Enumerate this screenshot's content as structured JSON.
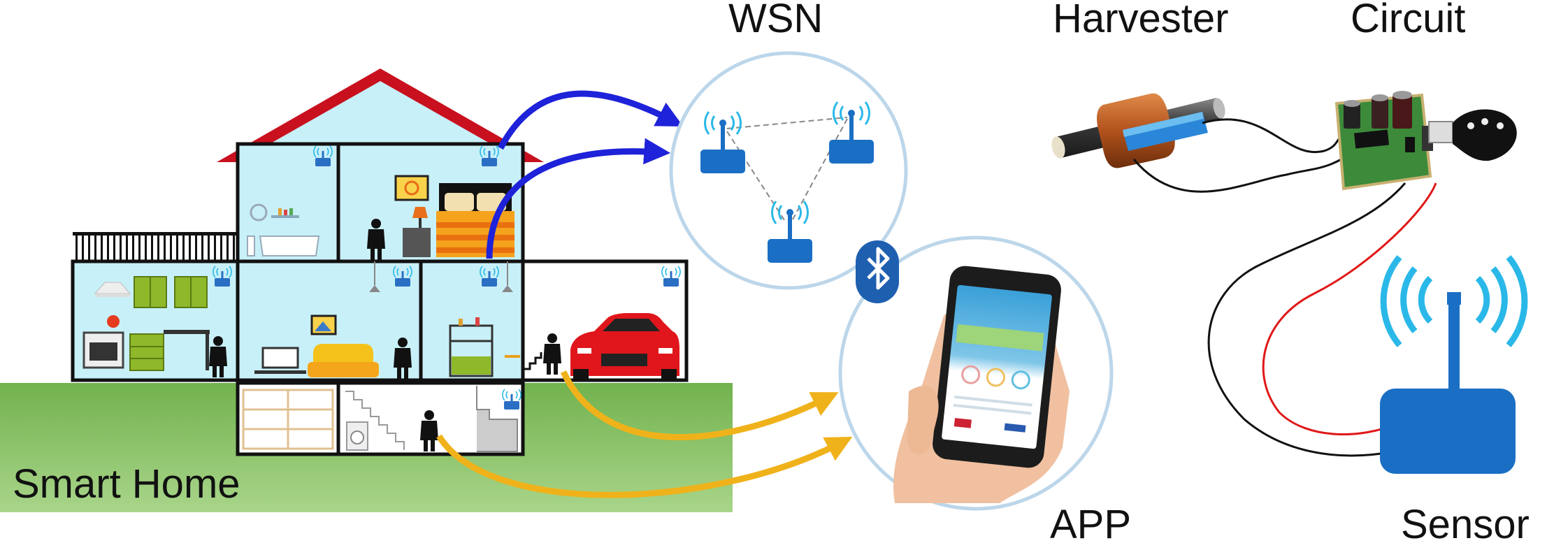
{
  "labels": {
    "wsn": "WSN",
    "harvester": "Harvester",
    "circuit": "Circuit",
    "smart_home": "Smart Home",
    "app": "APP",
    "sensor": "Sensor"
  },
  "colors": {
    "roof": "#c8101e",
    "room": "#c8f0f8",
    "ground": "#7dbb5a",
    "blue_arrow": "#1e22d8",
    "orange_arrow": "#f0b21a",
    "node_blue": "#1a6fc4",
    "signal_blue": "#2ab8e8",
    "circle_stroke": "#bcd6ea",
    "car_red": "#e0161c",
    "bluetooth": "#1f5fb0"
  },
  "icons": {
    "wsn_node": "wifi-router-icon",
    "bluetooth": "bluetooth-icon",
    "phone": "smartphone-hand-icon",
    "sensor": "wireless-sensor-icon"
  }
}
